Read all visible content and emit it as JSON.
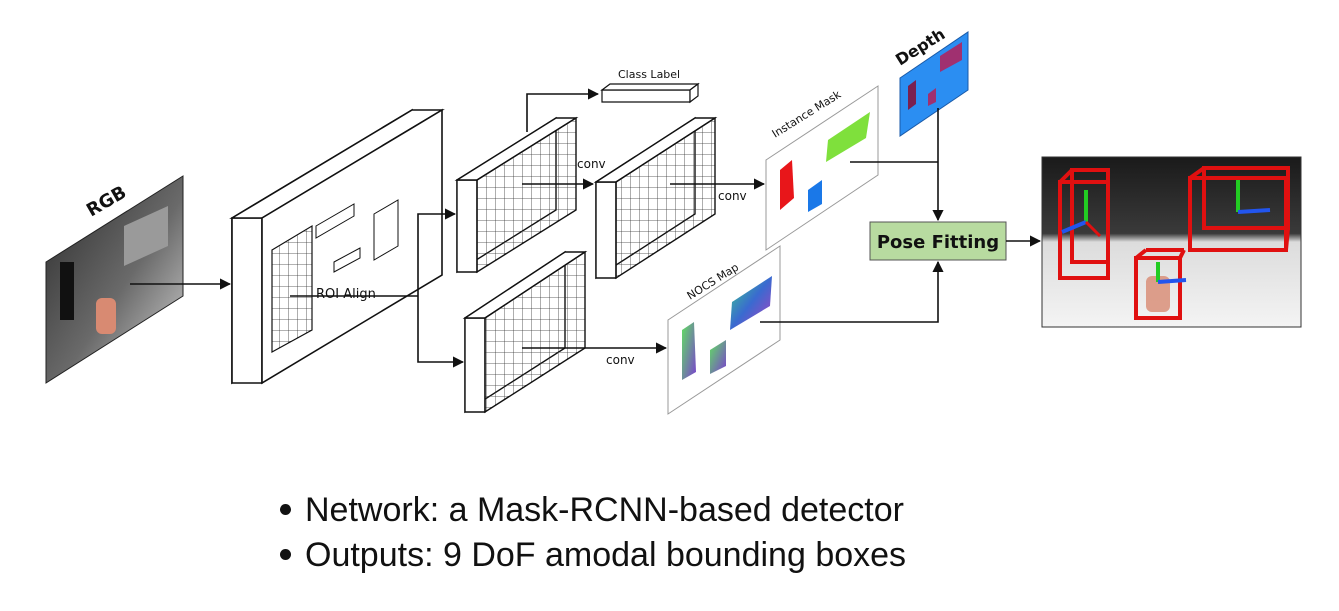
{
  "diagram": {
    "labels": {
      "rgb": "RGB",
      "roi_align": "ROI Align",
      "class_label": "Class Label",
      "conv_1": "conv",
      "conv_2": "conv",
      "conv_3": "conv",
      "instance_mask": "Instance Mask",
      "nocs_map": "NOCS Map",
      "depth": "Depth",
      "pose_fitting": "Pose Fitting"
    },
    "colors": {
      "pose_box": "#b8dba0",
      "depth_bg": "#2b8ef2",
      "mask_red": "#e8161a",
      "mask_blue": "#1a78e8",
      "mask_green": "#7fe03c",
      "bbox_red": "#e01010",
      "axis_green": "#22cc22",
      "axis_blue": "#2255ee"
    }
  },
  "bullets": [
    "Network: a Mask-RCNN-based detector",
    "Outputs: 9 DoF amodal bounding boxes"
  ]
}
